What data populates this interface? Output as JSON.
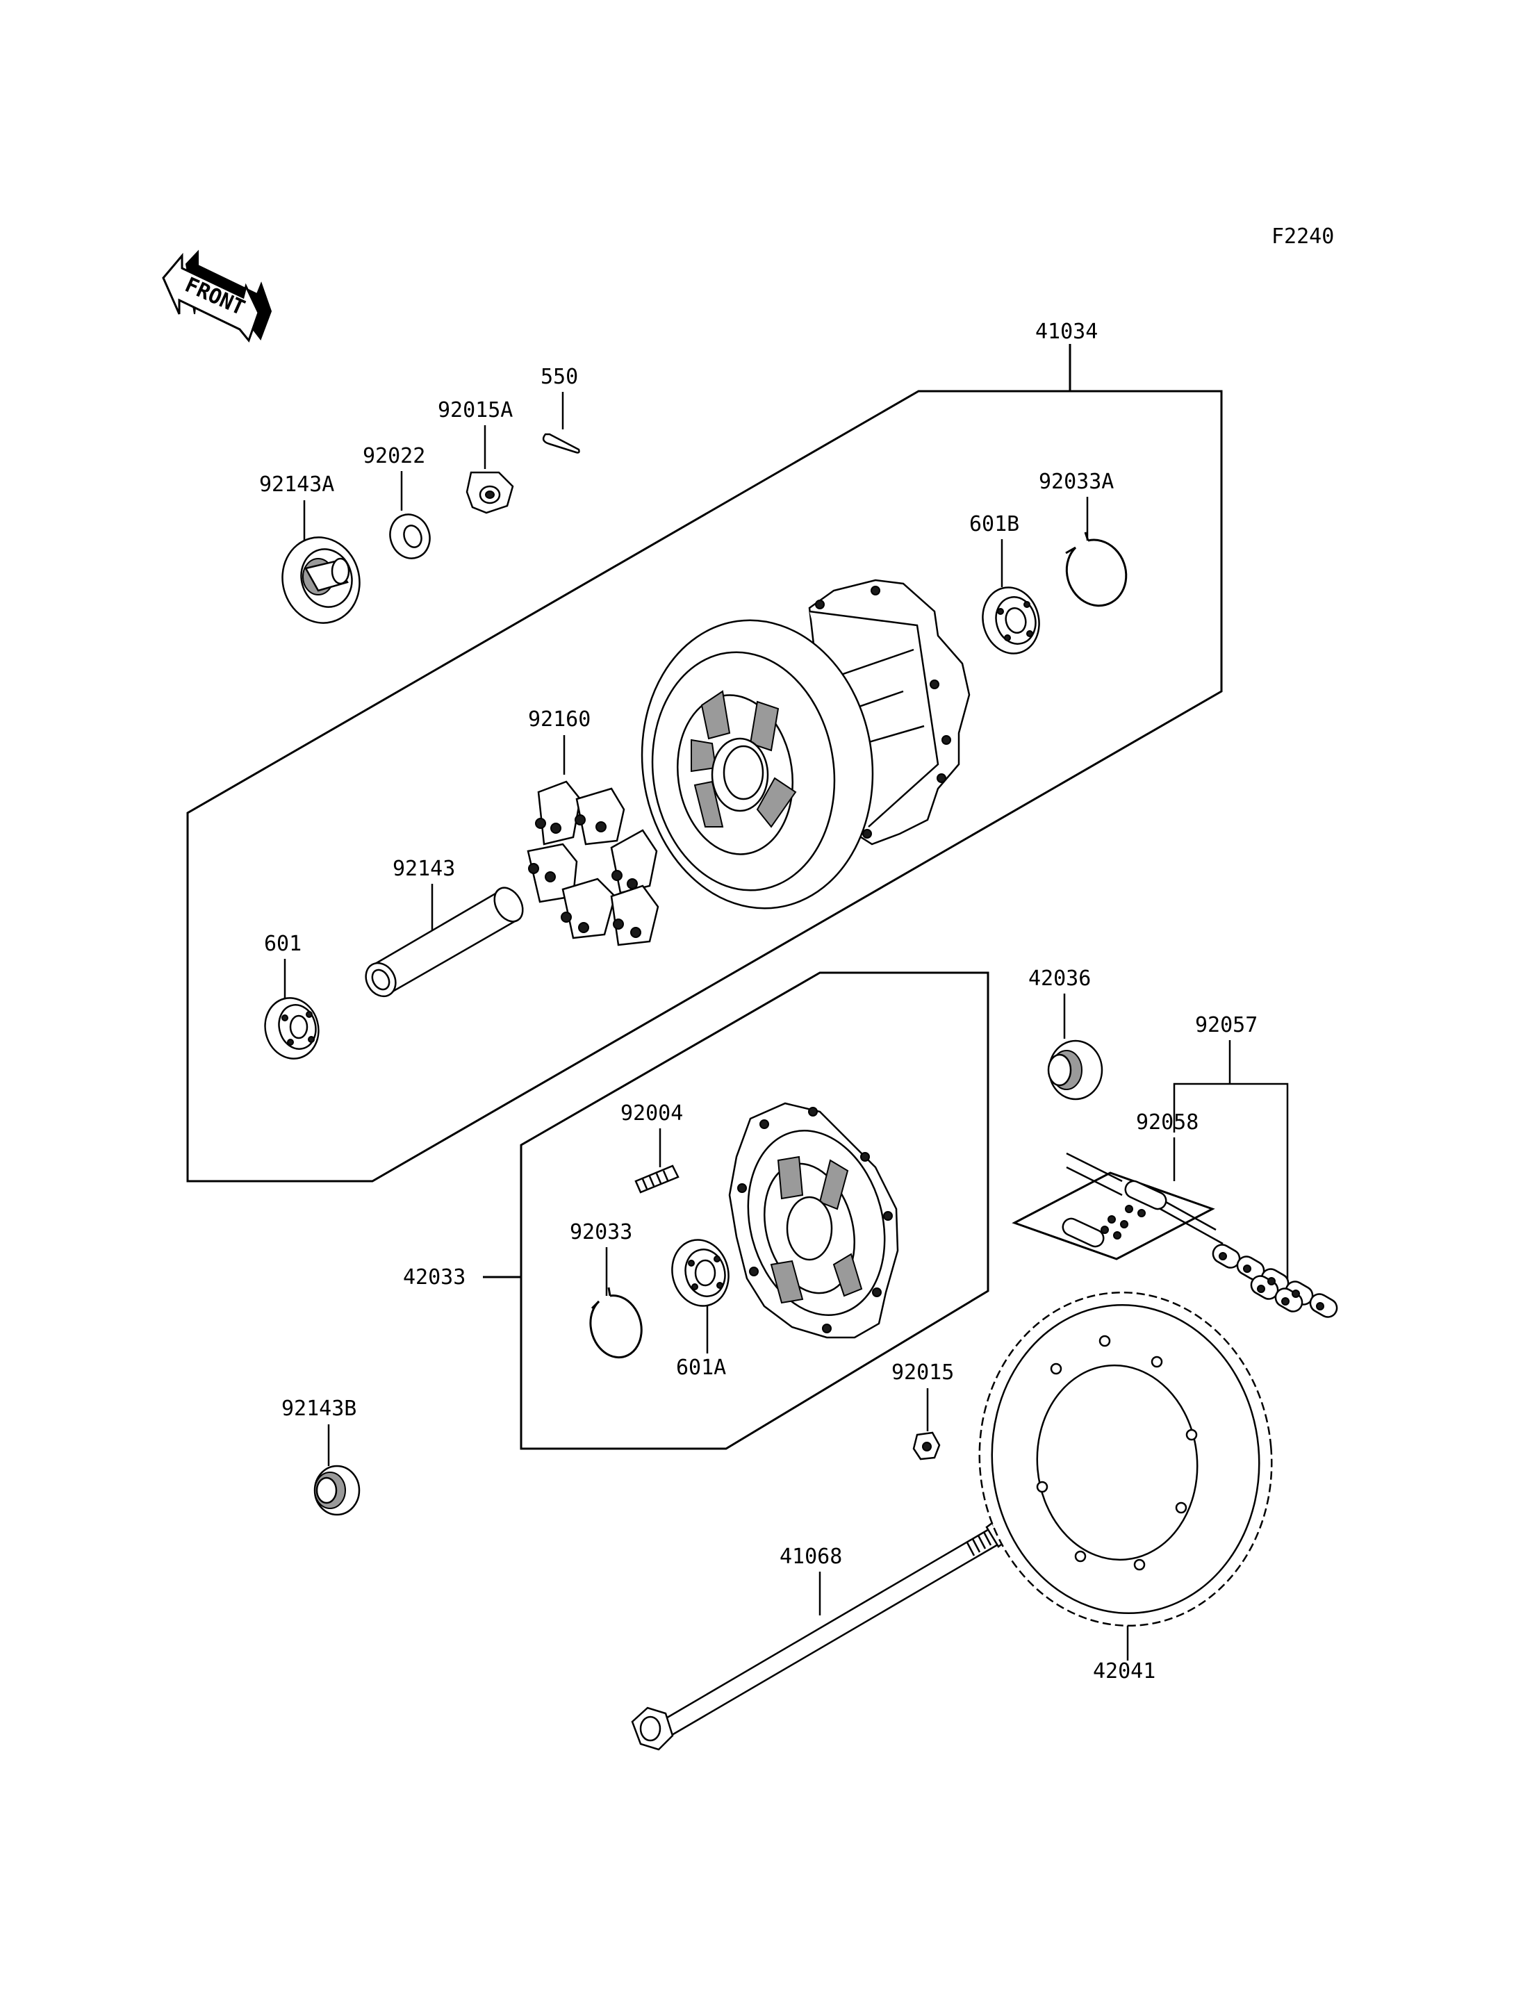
{
  "figure_code": "F2240",
  "front_label": "FRONT",
  "callouts": {
    "p41034": "41034",
    "p550": "550",
    "p92015A": "92015A",
    "p92022": "92022",
    "p92143A": "92143A",
    "p92033A": "92033A",
    "p601B": "601B",
    "p92160": "92160",
    "p92143": "92143",
    "p601": "601",
    "p42036": "42036",
    "p92057": "92057",
    "p92058": "92058",
    "p92004": "92004",
    "p92033": "92033",
    "p42033": "42033",
    "p601A": "601A",
    "p92015": "92015",
    "p92143B": "92143B",
    "p41068": "41068",
    "p42041": "42041"
  }
}
